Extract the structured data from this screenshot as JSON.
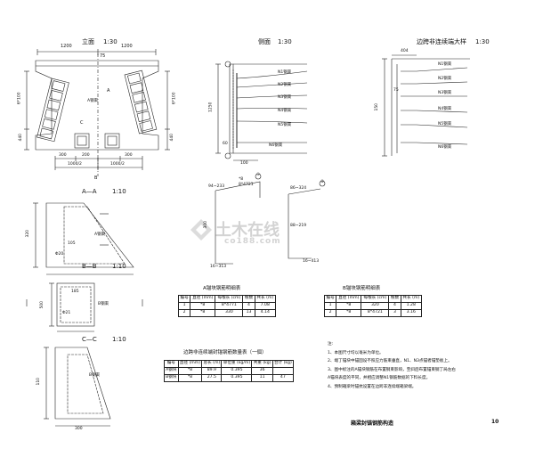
{
  "views": {
    "front_title": "立面",
    "front_scale": "1:30",
    "side_title": "侧面",
    "side_scale": "1:30",
    "detail_title": "边跨非连续端大样",
    "detail_scale": "1:30",
    "section_aa": "A—A",
    "section_aa_scale": "1:10",
    "section_bb": "B—B",
    "section_bb_scale": "1:10",
    "section_cc": "C—C",
    "section_cc_scale": "1:10"
  },
  "front_dims": {
    "top_left": "1200",
    "top_right": "1200",
    "top_mid": "75",
    "bottom_a": "300",
    "bottom_b": "200",
    "bottom_c": "300",
    "bottom_d": "1000/2",
    "bottom_e": "1000/2",
    "left_v1": "6*100",
    "right_v1": "6*100",
    "left_v2": "440",
    "right_v2": "440",
    "steel_label": "A钢束",
    "label_a": "A",
    "label_b": "B",
    "label_c": "C"
  },
  "side_rebars": [
    "N1钢束",
    "N2钢束",
    "N3钢束",
    "N4钢束",
    "N5钢束",
    "N6钢束"
  ],
  "side_dims": {
    "h1": "1250",
    "h2": "60",
    "bottom": "100"
  },
  "detail_rebars": [
    "N1钢束",
    "N2钢束",
    "N3钢束",
    "N4钢束",
    "N5钢束",
    "N6钢束"
  ],
  "detail_dims": {
    "top": "404",
    "left1": "75",
    "left2": "150"
  },
  "bar_details": {
    "bar1": {
      "mark": "①",
      "dim1": "94~233",
      "dim2": "*8",
      "dim3": "8*4721",
      "dim4": "16~313",
      "dim5": "300"
    },
    "bar2": {
      "mark": "②",
      "dim1": "86~324",
      "dim2": "88~219",
      "dim3": "16~413"
    }
  },
  "section_labels": {
    "aa_steel": "A钢束",
    "aa_dim1": "320",
    "aa_dim2": "105",
    "aa_phi": "Φ20",
    "bb_steel": "B钢束",
    "bb_dim1": "185",
    "bb_dim2": "500",
    "bb_phi": "Φ21",
    "cc_steel": "B钢束",
    "cc_dim1": "110",
    "cc_dim2": "300"
  },
  "table_a": {
    "title": "A锚块钢筋明细表",
    "headers": [
      "编号",
      "直径\n(mm)",
      "每根长\n(cm)",
      "根数",
      "共长\n(m)"
    ],
    "rows": [
      [
        "1",
        "*8",
        "8*4771",
        "4",
        "7.08"
      ],
      [
        "2",
        "*8",
        "330",
        "13",
        "4.14"
      ]
    ]
  },
  "table_b": {
    "title": "B锚块钢筋明细表",
    "headers": [
      "编号",
      "直径\n(mm)",
      "每根长\n(cm)",
      "根数",
      "共长\n(m)"
    ],
    "rows": [
      [
        "1",
        "*8",
        "320",
        "4",
        "1.28"
      ],
      [
        "2",
        "*8",
        "8*4721",
        "3",
        "3.16"
      ]
    ]
  },
  "table_c": {
    "title": "边跨非连续端封锚钢筋数量表（一個）",
    "headers": [
      "编号",
      "直径\n(mm)",
      "总长\n(m)",
      "单位重\n(kg/m)",
      "共重\n(kg)",
      "合计\n(kg)"
    ],
    "rows": [
      [
        "A钢块",
        "*8",
        "89.9",
        "0.395",
        "36",
        ""
      ],
      [
        "B钢块",
        "*8",
        "27.5",
        "0.395",
        "11",
        "47"
      ]
    ]
  },
  "notes": {
    "heading": "注:",
    "items": [
      "1、本图尺寸均以毫米为单位。",
      "2、端丁锚块中锚固设不照应力筋束垂直，N1、N3点锚者锚垫板上。",
      "3、图中标注的A锚块钢筋在布置钢束影响，至斜后布置锚束钢丁局左右",
      "   A锚块表度的平同，并相应调整N1钢筋数据的下料长度。",
      "4、预制箱梁时锚抗设置在边跨非连续端箱梁端。"
    ]
  },
  "footer": {
    "title": "箱梁封锚钢筋构造",
    "page": "10"
  },
  "watermark": {
    "cn": "土木在线",
    "en": "co188.com"
  }
}
